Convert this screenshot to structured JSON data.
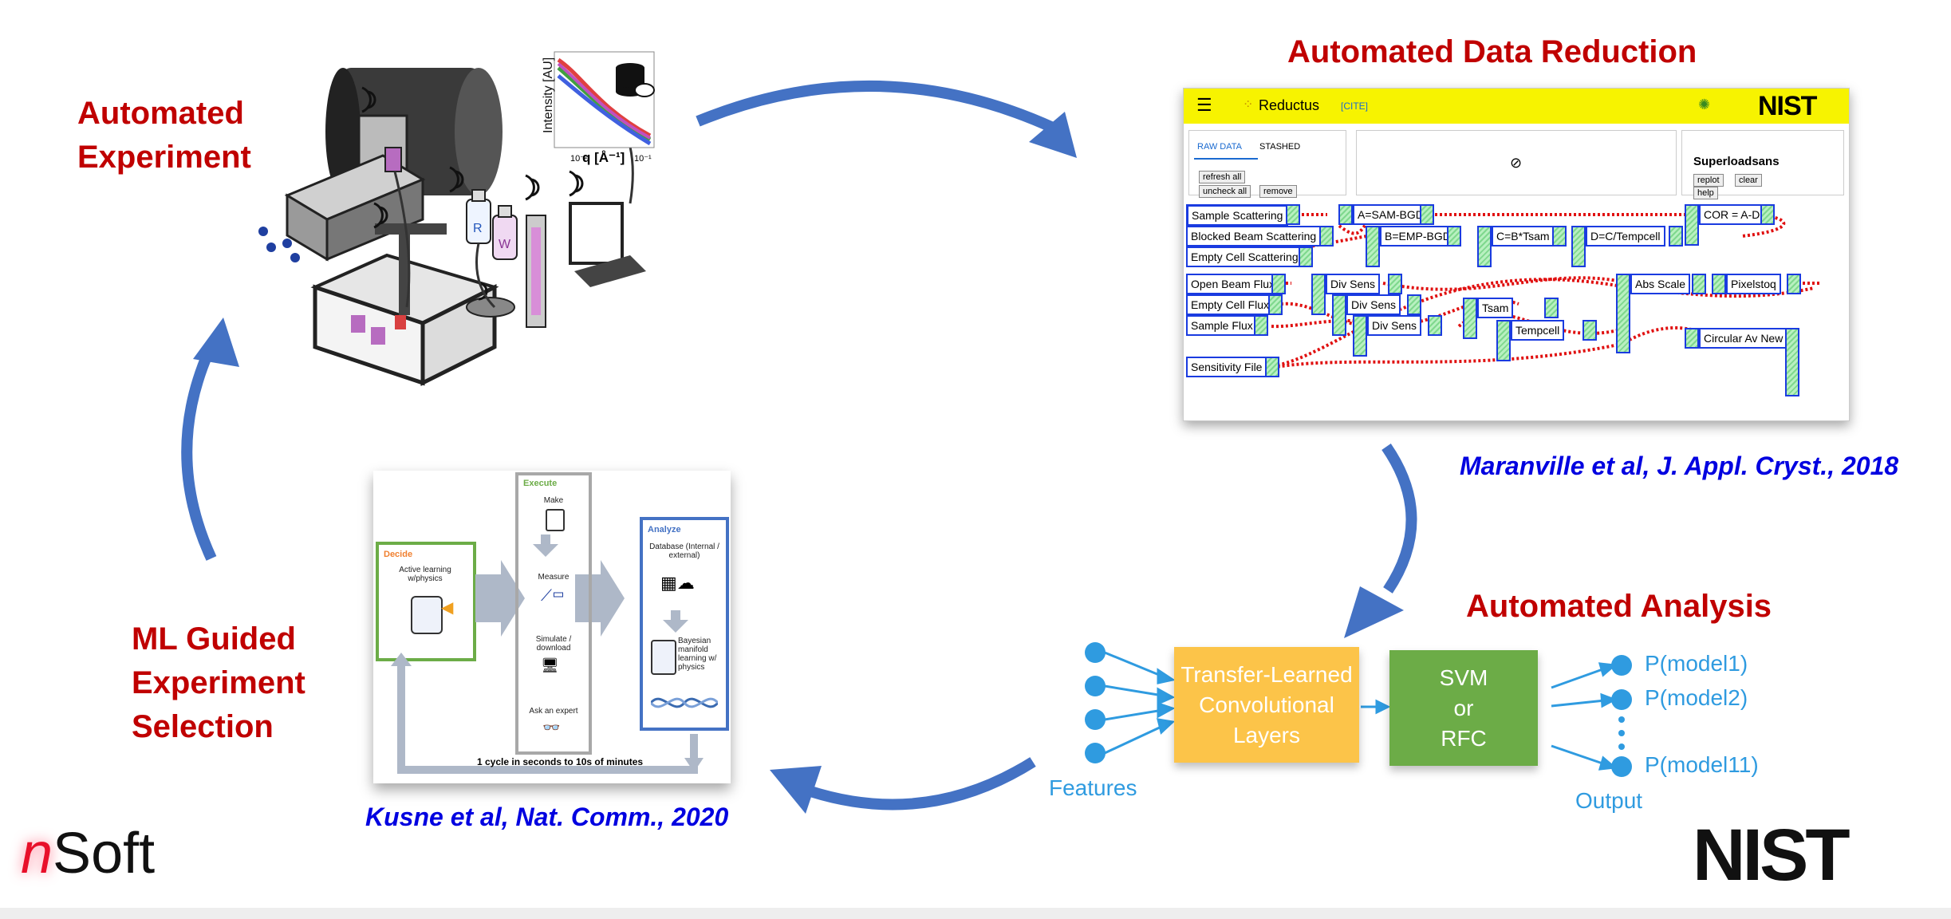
{
  "titles": {
    "automated_experiment": [
      "Automated",
      "Experiment"
    ],
    "automated_data_reduction": "Automated Data Reduction",
    "automated_analysis": "Automated Analysis",
    "ml_guided": [
      "ML Guided",
      "Experiment",
      "Selection"
    ]
  },
  "citations": {
    "maranville": "Maranville et al, J. Appl. Cryst., 2018",
    "kusne": "Kusne et al, Nat. Comm., 2020"
  },
  "logos": {
    "nsoft_n": "n",
    "nsoft_rest": "Soft",
    "nist": "NIST"
  },
  "experiment_figure": {
    "ylabel": "Intensity [AU]",
    "xlabel": "q [Å⁻¹]",
    "bottle_r": "R",
    "bottle_w": "W",
    "tick_left": "10⁻²",
    "tick_right": "10⁻¹"
  },
  "reductus": {
    "app_name": "Reductus",
    "cite": "[CITE]",
    "tabs": [
      "RAW DATA",
      "STASHED"
    ],
    "buttons": [
      "refresh all",
      "uncheck all",
      "remove"
    ],
    "right_panel_title": "Superloadsans",
    "right_buttons": [
      "replot",
      "clear",
      "help"
    ],
    "nodes": [
      "Sample Scattering",
      "A=SAM-BGD",
      "COR = A-D",
      "Blocked Beam Scattering",
      "B=EMP-BGD",
      "C=B*Tsam",
      "D=C/Tempcell",
      "Empty Cell Scattering",
      "Open Beam Flux",
      "Div Sens",
      "Abs Scale",
      "Pixelstoq",
      "Empty Cell Flux",
      "Div Sens",
      "Tsam",
      "Sample Flux",
      "Div Sens",
      "Tempcell",
      "Circular Av New",
      "Sensitivity File"
    ]
  },
  "kusne": {
    "decide": "Decide",
    "decide_text": "Active learning w/physics",
    "execute": "Execute",
    "make": "Make",
    "measure": "Measure",
    "simulate": "Simulate / download",
    "ask": "Ask an expert",
    "analyze": "Analyze",
    "database": "Database (Internal / external)",
    "bayesian": "Bayesian manifold learning w/ physics",
    "cycle": "1 cycle in seconds to 10s of minutes"
  },
  "analysis": {
    "features": "Features",
    "transfer": "Transfer-Learned Convolutional Layers",
    "svm": [
      "SVM",
      "or",
      "RFC"
    ],
    "outputs": [
      "P(model1)",
      "P(model2)",
      "P(model11)"
    ],
    "output_label": "Output"
  },
  "colors": {
    "title_red": "#c00000",
    "arrow_blue": "#4472c4",
    "cite_blue": "#0000e0",
    "accent_blue": "#2f9be0",
    "orange": "#fcc449",
    "green": "#6cac47",
    "reductus_yellow": "#f7f300",
    "nsoft_red": "#e8102a"
  }
}
